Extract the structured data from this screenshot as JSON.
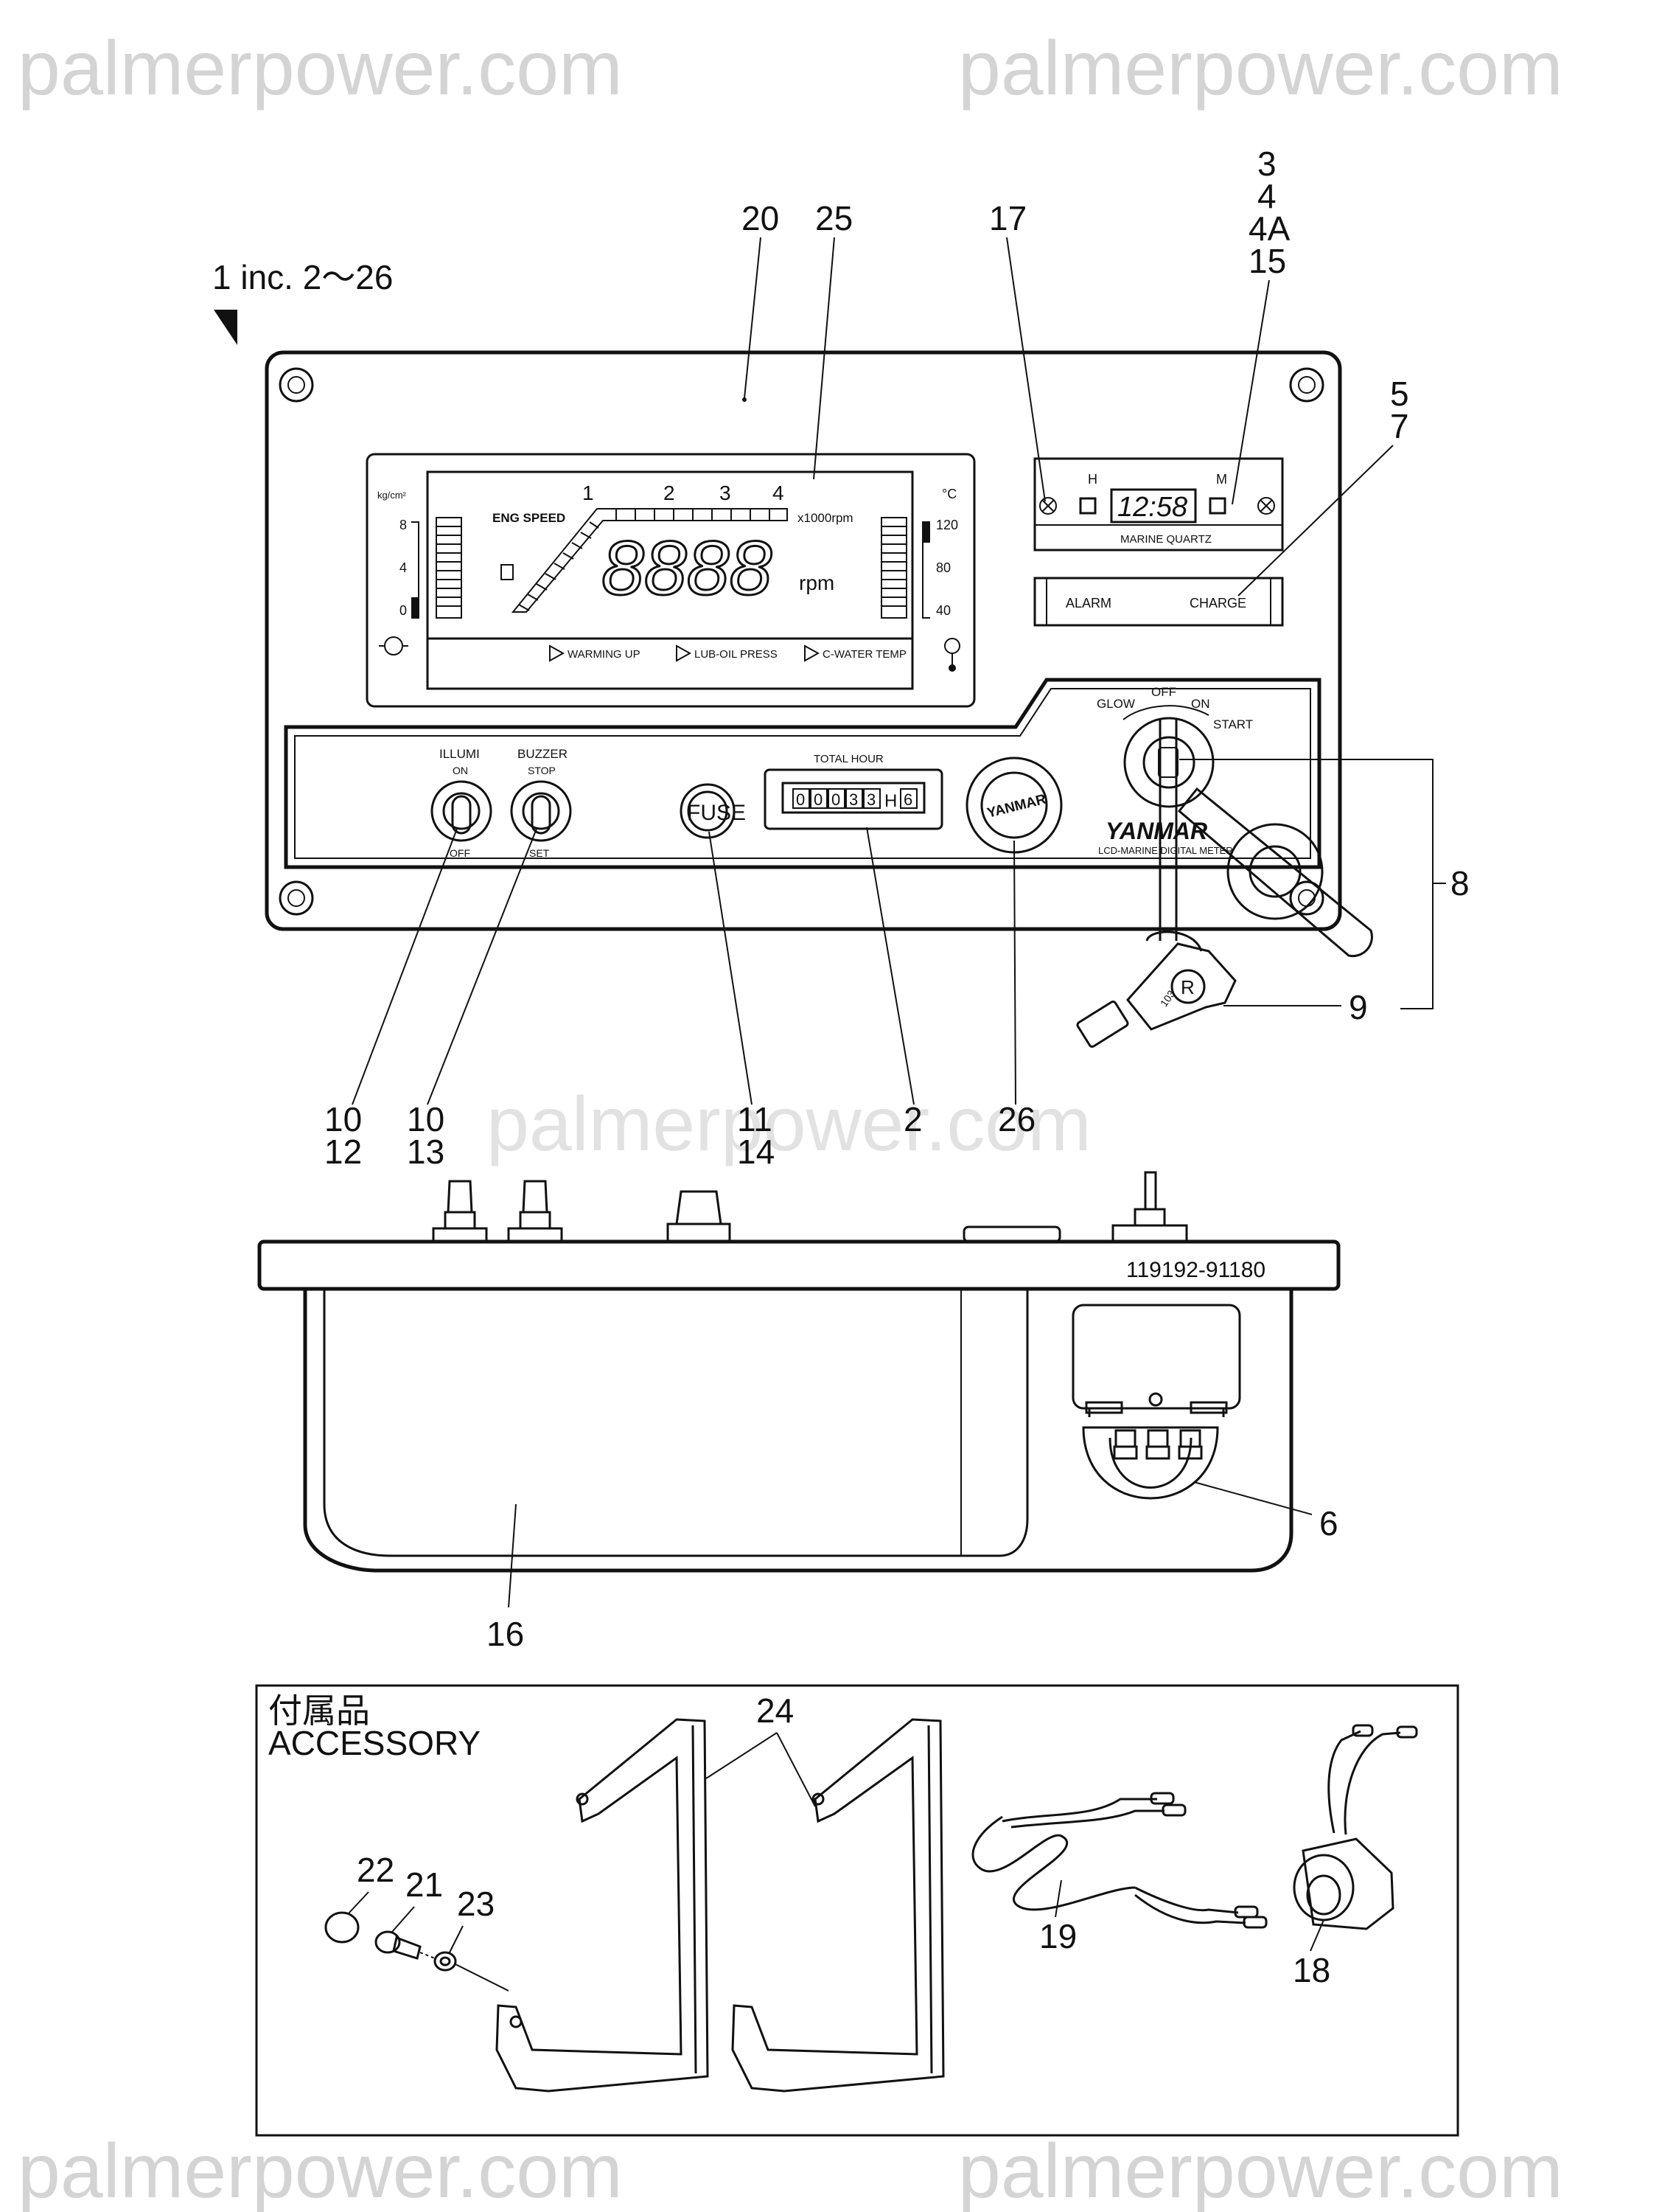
{
  "watermark": "palmerpower.com",
  "assembly_label": "1 inc. 2～26",
  "callouts": {
    "c20": "20",
    "c25": "25",
    "c17": "17",
    "c3": "3",
    "c4": "4",
    "c4A": "4A",
    "c15": "15",
    "c5": "5",
    "c7": "7",
    "c8": "8",
    "c9": "9",
    "c10a": "10",
    "c12": "12",
    "c10b": "10",
    "c13": "13",
    "c11": "11",
    "c14": "14",
    "c2": "2",
    "c26": "26",
    "c6": "6",
    "c16": "16",
    "c24": "24",
    "c22": "22",
    "c21": "21",
    "c23": "23",
    "c19": "19",
    "c18": "18"
  },
  "display": {
    "pressure_unit": "kg/cm²",
    "temp_unit": "°C",
    "pressure_ticks": [
      "8",
      "4",
      "0"
    ],
    "temp_ticks": [
      "120",
      "80",
      "40"
    ],
    "eng_speed": "ENG SPEED",
    "speed_ticks": [
      "1",
      "2",
      "3",
      "4"
    ],
    "rpm_unit": "x1000rpm",
    "digits": "8888",
    "rpm": "rpm",
    "warnings": [
      "WARMING UP",
      "LUB-OIL PRESS",
      "C-WATER TEMP"
    ]
  },
  "clock": {
    "h": "H",
    "m": "M",
    "time": "12:58",
    "brand": "MARINE QUARTZ"
  },
  "lamps": {
    "alarm": "ALARM",
    "charge": "CHARGE"
  },
  "key_switch": {
    "glow": "GLOW",
    "off": "OFF",
    "on": "ON",
    "start": "START",
    "tag_r": "R",
    "tag_no": "103"
  },
  "switches": {
    "illumi": "ILLUMI",
    "illumi_on": "ON",
    "illumi_off": "OFF",
    "buzzer": "BUZZER",
    "buzzer_stop": "STOP",
    "buzzer_set": "SET"
  },
  "fuse": "FUSE",
  "hour_meter": {
    "title": "TOTAL HOUR",
    "digits": [
      "0",
      "0",
      "0",
      "3",
      "3"
    ],
    "h": "H",
    "tenth": "6"
  },
  "brand": {
    "logo": "YANMAR",
    "model": "LCD-MARINE DIGITAL METER"
  },
  "part_number": "119192-91180",
  "accessory": {
    "jp": "付属品",
    "en": "ACCESSORY"
  }
}
